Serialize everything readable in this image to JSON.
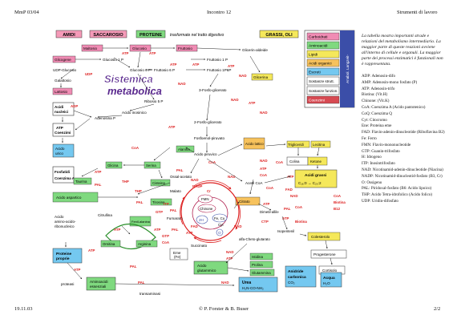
{
  "header": {
    "left": "MmP 03/04",
    "center": "Incontro 12",
    "right": "Strumenti di lavoro"
  },
  "footer": {
    "left": "19.11.03",
    "center": "© P. Forster & B. Buser",
    "right": "2/2"
  },
  "title": "Sistemica metabolica",
  "top_bar": {
    "amidi": "AMIDI",
    "saccarosio": "SACCAROSIO",
    "proteine": "PROTEINE",
    "caption": "trasformate nel tratto digestivo",
    "grassi": "GRASSI, OLI"
  },
  "side_legend": {
    "header": "Anabol. Langzeit-",
    "items": [
      "Carboidrati",
      "Aminoacidi",
      "Lipidi",
      "Acidi organici",
      "Escreti",
      "Sostanze strutt.",
      "Sostanze funzion.",
      "Coenzimi"
    ]
  },
  "labels": {
    "maltosio": "Maltosio",
    "glucosio": "Glucosio",
    "fruttosio": "Fruttosio",
    "glicogene": "Glicogene",
    "g1p": "Glucosio 1 P",
    "g6p": "Glucosio 6 P",
    "f6p": "Fruttosio 6 P",
    "f1p": "Fruttosio 1 P",
    "f16p": "Fruttosio 1P6P",
    "udp": "UDP-Glucosio",
    "galattosio": "Galattosio",
    "lattosio": "Lattosio",
    "glicerina": "Glicerina",
    "glicerinaldeide": "Glicerin-aldeide",
    "acidi_nucleici": "Acidi nucleici",
    "ribosio": "Ribosio 5 P",
    "atp": "ATP",
    "coenzimi": "Coenzimi",
    "acido_urico": "Acido urico",
    "adenosine": "Adenosina P",
    "inosinico": "Acido inosinico",
    "fosfatidi": "Fosfatidi",
    "coenzima_a": "Coenzima A",
    "dinucleotide": "Dinucleotide",
    "fosfoglic": "3-Fosfo-glicerato",
    "fosfoglic2": "2-Fosfo-glicerato",
    "fosfoenol": "Fosfoenol-piruvato",
    "piruvato": "Acido piruvico",
    "lattico": "Acido lattico",
    "alanina": "Alanina",
    "serina": "Serina",
    "glicina": "Glicina",
    "cisteina": "Cisteina",
    "taurina": "Taurina",
    "trigliceridi": "Trigliceridi",
    "lecitina": "Lecitina",
    "colina": "Colina",
    "ketone": "Ketone",
    "acidi_grassi": "Acidi grassi",
    "acetil": "Acetil CoA",
    "acetoacetil": "Acetoacetil",
    "citrato": "Citrato",
    "colesterolo": "Colesterolo",
    "progesterone": "Progesterone",
    "cortisolo": "Cortisolo",
    "dimetil": "Dimetil-allile",
    "isopentenil": "Isopentenil",
    "acido_aspartico": "Acido aspartico",
    "ossalacetato": "Ossal-acetato",
    "malato": "Malato",
    "fumarato": "Fumarato",
    "succinato": "Succinato",
    "alfa": "alfa-Cheto-glutarato",
    "glutammico": "Acido glutammico",
    "glutammina": "Glutammina",
    "prolina": "Prolina",
    "istidina": "Istidina",
    "ornitina": "Ornitina",
    "arginina": "Arginina",
    "citrullina": "Citrullina",
    "carbamoil": "Acido carbamico",
    "aminoacidi": "Acido amino-acido-ribonucleico",
    "proteine_proprie": "Proteine proprie",
    "proteasi": "proteasi",
    "aa_essenziali": "Aminoacidi essenziali",
    "urea": "Urea H2N-CO-NH2",
    "anidride": "Anidride carbonica CO2",
    "acqua": "Acqua H2O",
    "eme": "Eme (Fe)",
    "tirosina": "Tirosina",
    "fenilalanina": "Fenil-alanina",
    "treonina": "Treonina",
    "transaminasi": "transaminasi",
    "fmn": "FMN",
    "chinone": "Chinone",
    "fe_cu": "Fe, Cu",
    "cyt": "Cyt",
    "h2": "2H",
    "o": "O",
    "nad": "NAD",
    "fad": "FAD",
    "coa": "CoA",
    "gtp": "GTP",
    "itp": "ITP",
    "ctp": "CTP",
    "adp": "ADP",
    "thp": "THP",
    "pal": "PAL",
    "biotina": "Biotina",
    "cr": "Cr",
    "mg": "Mg"
  },
  "legend_intro": "La tabella mostra importanti strade e relazioni del metabolismo intermediario. La maggior parte di queste reazioni avviene all'interno di cellule e organuli. La maggior parte dei processi enzimatici è funzionali non è rappresentata.",
  "legend_items": [
    "ADP: Adenosin-difo",
    "AMP: Adenosin-mono fosfato (P)",
    "ATP: Adenosin-trifo",
    "Biotina: (Vit.H)",
    "Chinone: (Vit.K)",
    "CoA: Coenzima A (Acido pantotenico)",
    "CoQ: Coenzima Q",
    "Cyt: Citocromo",
    "Ene: Proteina eme",
    "FAD: Flavin-adenin-dinucleotide (Riboflavina B2)",
    "Fe: Ferro",
    "FMN: Flavin-mononucleotide",
    "GTP: Guanin-trifosfato",
    "H: Idrogeno",
    "ITP: Inosintrifosfato",
    "NAD: Nicotinamid-adenin-dinucleotide (Niacina)",
    "NADP: Nicotinamid-dinucleotid-fosfato (B3, Cr)",
    "O: Ossigeno",
    "PAL: Piridoxal-fosfato (B6: Acido lipoico)",
    "THP: Acido Tetra-idrofolico (Acido folico)",
    "UDP: Uridin-difosfato"
  ]
}
